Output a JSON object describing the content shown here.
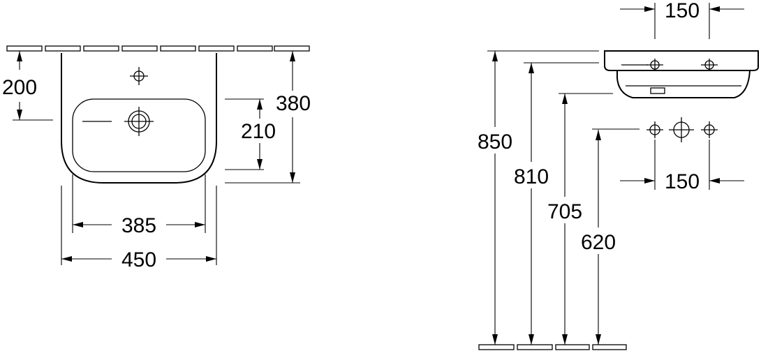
{
  "front_view": {
    "dim_mount_height": "200",
    "dim_total_depth": "380",
    "dim_bowl_depth": "210",
    "dim_inner_width": "385",
    "dim_outer_width": "450"
  },
  "side_view": {
    "dim_top_spacing": "150",
    "dim_bottom_spacing": "150",
    "dim_height_850": "850",
    "dim_height_810": "810",
    "dim_height_705": "705",
    "dim_height_620": "620"
  }
}
